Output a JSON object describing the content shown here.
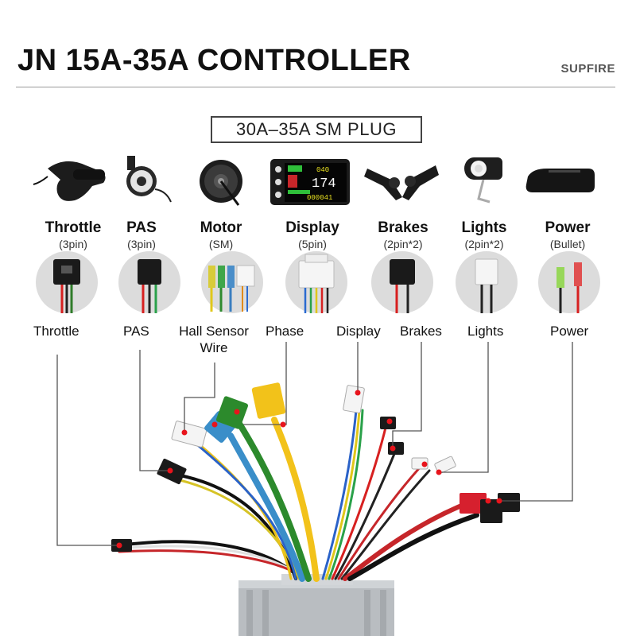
{
  "header": {
    "title": "JN 15A-35A CONTROLLER",
    "brand": "SUPFIRE"
  },
  "plug_box": {
    "label": "30A–35A  SM  PLUG"
  },
  "components": [
    {
      "name": "Throttle",
      "sub": "(3pin)"
    },
    {
      "name": "PAS",
      "sub": "(3pin)"
    },
    {
      "name": "Motor",
      "sub": "(SM)"
    },
    {
      "name": "Display",
      "sub": "(5pin)"
    },
    {
      "name": "Brakes",
      "sub": "(2pin*2)"
    },
    {
      "name": "Lights",
      "sub": "(2pin*2)"
    },
    {
      "name": "Power",
      "sub": "(Bullet)"
    }
  ],
  "display_screen": {
    "line1": "040",
    "speed": "174",
    "odo": "000041"
  },
  "wire_labels": {
    "throttle": "Throttle",
    "pas": "PAS",
    "hall": "Hall Sensor\nWire",
    "hall_line1": "Hall Sensor",
    "hall_line2": "Wire",
    "phase": "Phase",
    "display": "Display",
    "brakes": "Brakes",
    "lights": "Lights",
    "power": "Power"
  },
  "colors": {
    "callout_dot": "#e8141c",
    "phase_yellow": "#f2c21a",
    "phase_green": "#2c8a2c",
    "phase_blue": "#3a8ec9",
    "power_red": "#d6202e",
    "controller": "#b9bdc1"
  }
}
